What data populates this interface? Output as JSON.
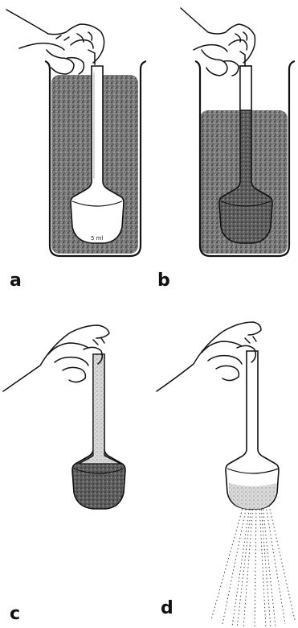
{
  "panels": [
    {
      "id": "a",
      "label": "a"
    },
    {
      "id": "b",
      "label": "b"
    },
    {
      "id": "c",
      "label": "c"
    },
    {
      "id": "d",
      "label": "d"
    }
  ],
  "beaker_a_mark": "5 ml",
  "colors": {
    "ink": "#111111",
    "liquid": "#555555",
    "background": "#ffffff"
  },
  "icons": {
    "hand": "hand-icon",
    "beaker": "beaker-icon",
    "dipper": "dipper-cup-icon",
    "spray": "dripping-spray-icon"
  }
}
